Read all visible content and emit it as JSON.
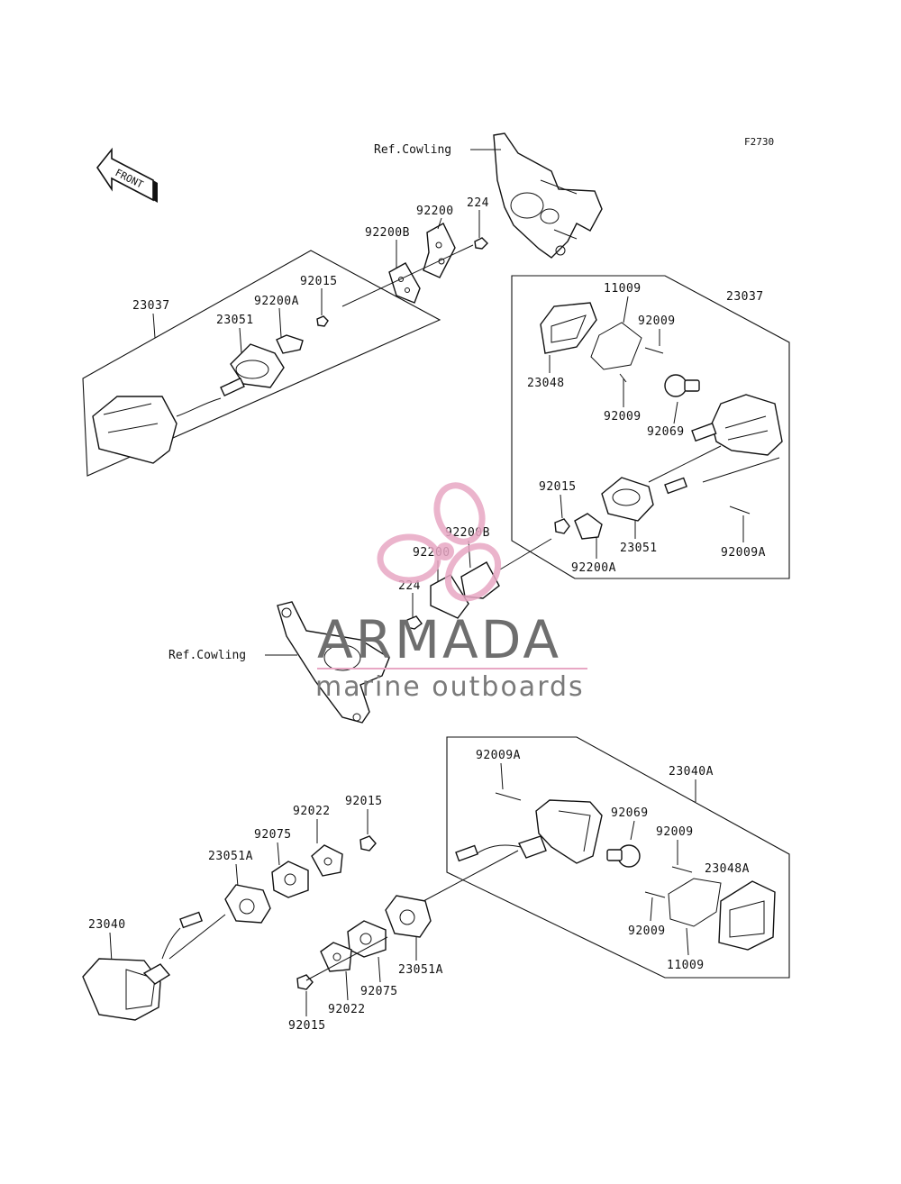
{
  "figure_code": "F2730",
  "direction_arrow": "FRONT",
  "watermark": {
    "brand": "ARMADA",
    "tagline": "marine outboards",
    "color_pink": "#e8a7c4",
    "color_gray": "#6e6e6e"
  },
  "references": {
    "cowling_top": "Ref.Cowling",
    "cowling_mid": "Ref.Cowling"
  },
  "labels": {
    "top_92200": "92200",
    "top_224": "224",
    "top_92200B": "92200B",
    "top_92015": "92015",
    "top_92200A": "92200A",
    "left_23037": "23037",
    "left_23051": "23051",
    "right_11009": "11009",
    "right_23037": "23037",
    "right_92009_a": "92009",
    "right_23048": "23048",
    "right_92009_b": "92009",
    "right_92069": "92069",
    "right_92015": "92015",
    "right_23051": "23051",
    "right_92200A": "92200A",
    "right_92009A": "92009A",
    "mid_92200B": "92200B",
    "mid_92200": "92200",
    "mid_224": "224",
    "bl_92022": "92022",
    "bl_92015": "92015",
    "bl_92075": "92075",
    "bl_23051A": "23051A",
    "bl_23040": "23040",
    "bl_23051A_b": "23051A",
    "bl_92075_b": "92075",
    "bl_92022_b": "92022",
    "bl_92015_b": "92015",
    "br_92009A": "92009A",
    "br_23040A": "23040A",
    "br_92069": "92069",
    "br_92009_a": "92009",
    "br_23048A": "23048A",
    "br_92009_b": "92009",
    "br_11009": "11009"
  }
}
